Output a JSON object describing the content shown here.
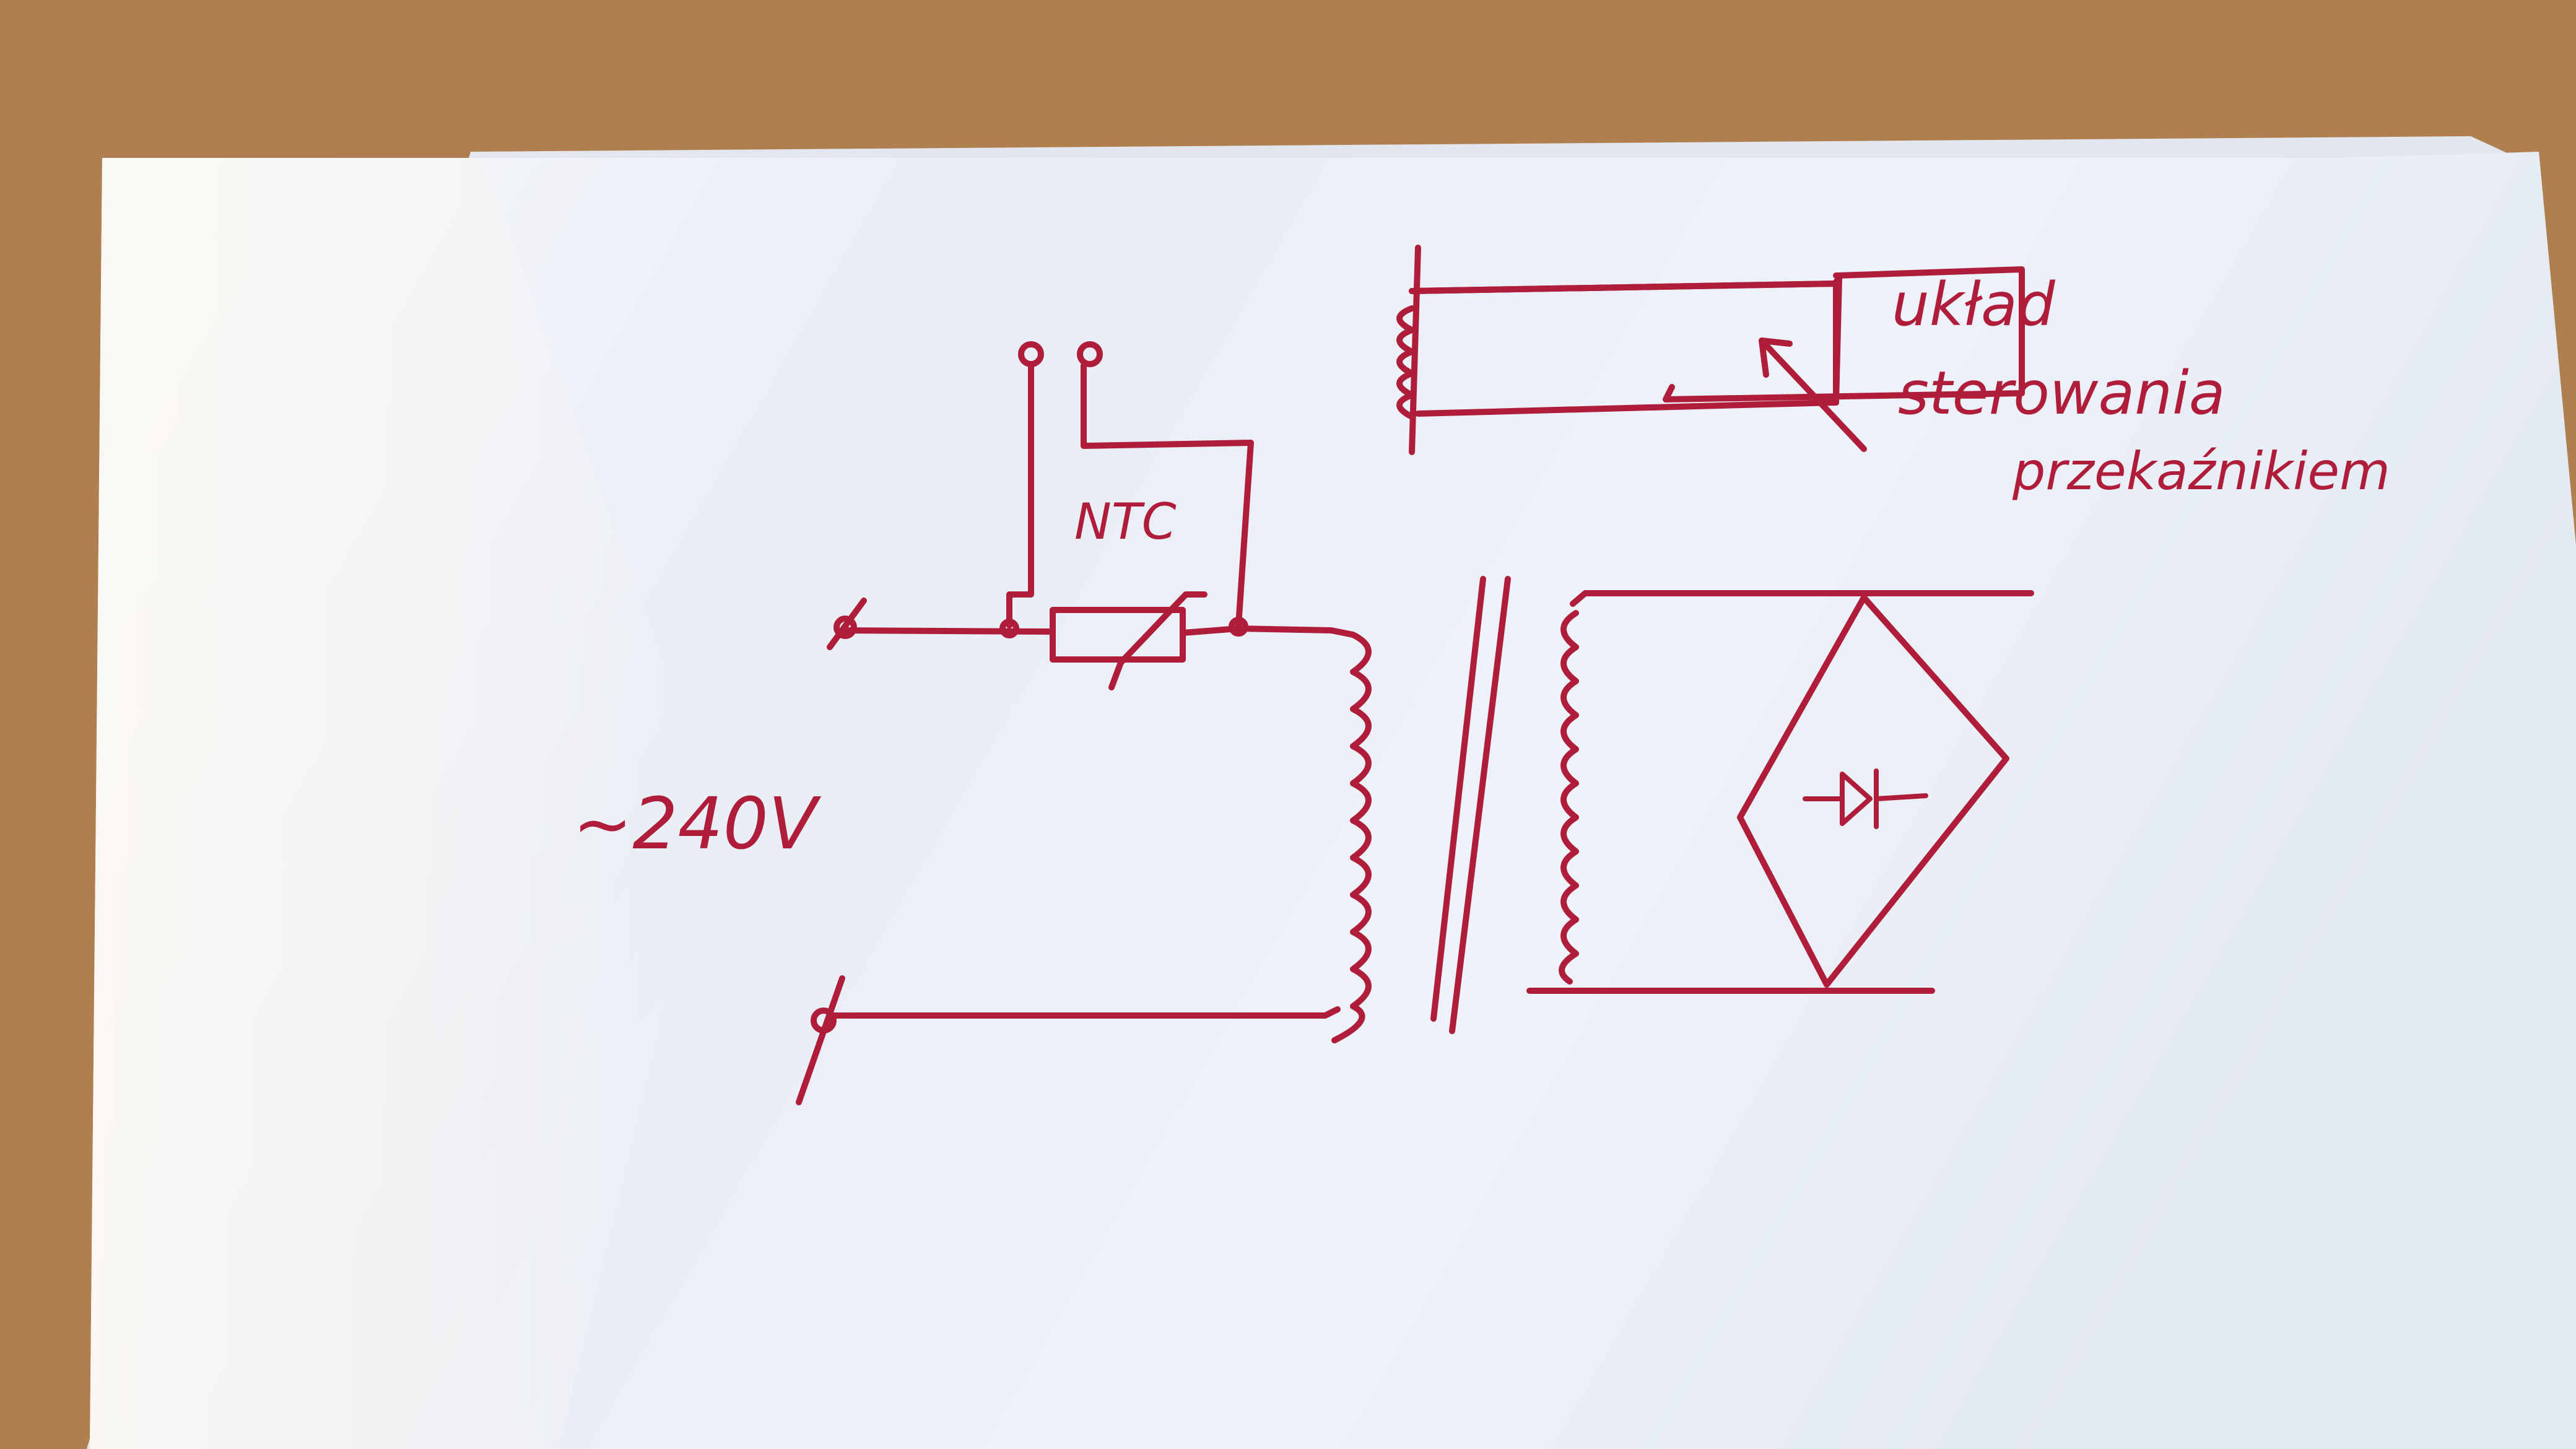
{
  "diagram": {
    "labels": {
      "ntc": "NTC",
      "voltage": "~240V",
      "control_line1": "układ",
      "control_line2": "sterowania",
      "control_line3": "przekaźnikiem"
    },
    "colors": {
      "ink": "#b01d3a",
      "paper": "#f2f5fb",
      "table": "#b07f4f"
    }
  }
}
